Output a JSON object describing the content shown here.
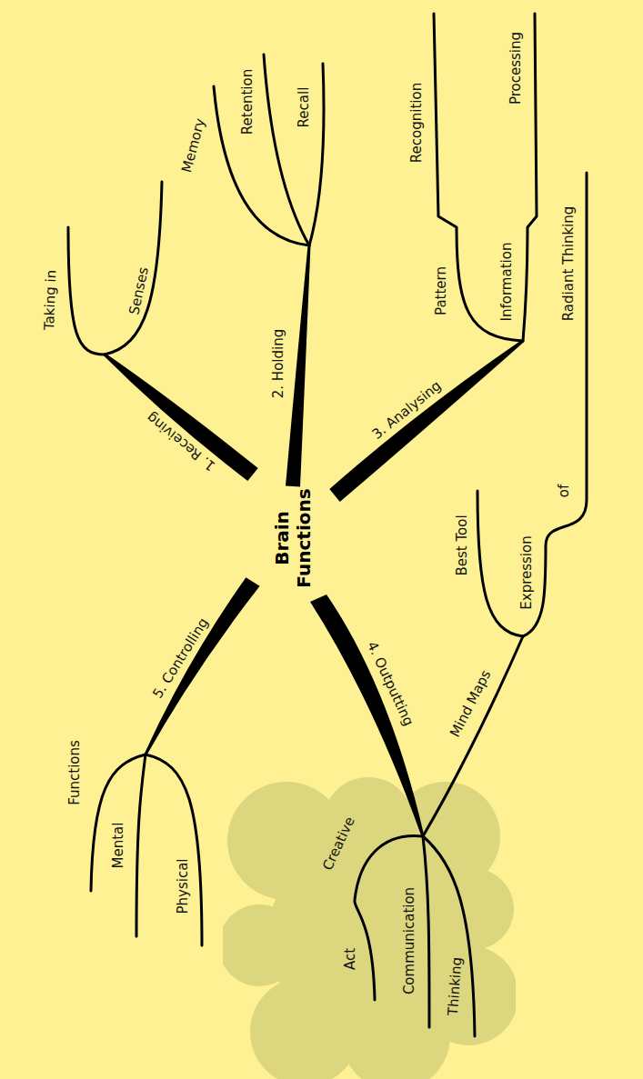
{
  "diagram": {
    "title": "Brain Functions",
    "nodes": [
      {
        "text": [
          "Creative",
          "Act",
          "Communication",
          "Thinking"
        ]
      }
    ],
    "labels": [
      "1. Receiving",
      "Taking in",
      "Senses",
      "2. Holding",
      "Memory",
      "Retention",
      "Recall",
      "3. Analysing",
      "Pattern",
      "Recognition",
      "Information",
      "Processing",
      "Mind Maps",
      "Best Tool",
      "Expression",
      "of",
      "Radiant Thinking",
      "4. Outputting",
      "5. Controlling",
      "Functions",
      "Mental",
      "Physical"
    ]
  }
}
